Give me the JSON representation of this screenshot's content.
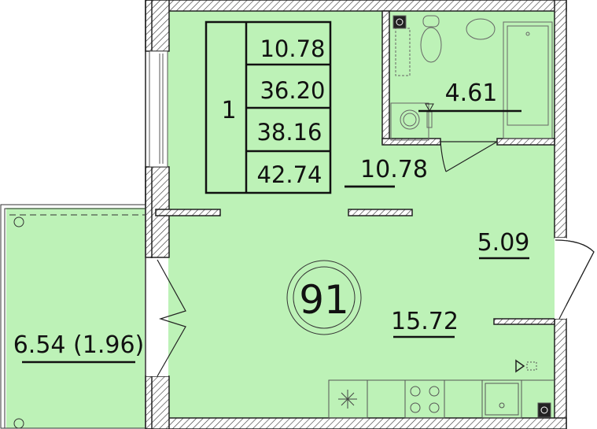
{
  "apartment": {
    "number": "91",
    "rooms_count": "1",
    "summary_areas": [
      "10.78",
      "36.20",
      "38.16",
      "42.74"
    ]
  },
  "rooms": {
    "bathroom": "4.61",
    "kitchen_zone": "10.78",
    "hallway": "5.09",
    "living_room": "15.72",
    "balcony": "6.54 (1.96)"
  },
  "colors": {
    "floor_fill": "#bdf2b7",
    "wall_hatch": "#222222"
  }
}
